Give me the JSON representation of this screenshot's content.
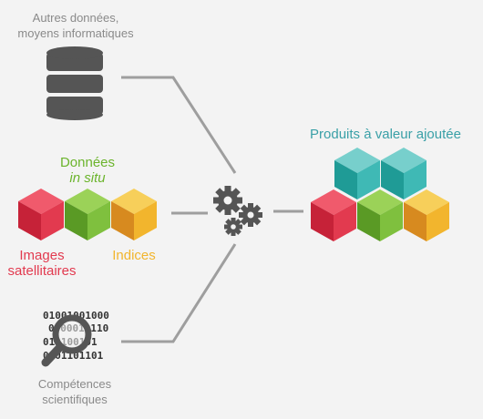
{
  "labels": {
    "autres_line1": "Autres données,",
    "autres_line2": "moyens informatiques",
    "donnees": "Données",
    "in_situ": "in situ",
    "images_line1": "Images",
    "images_line2": "satellitaires",
    "indices": "Indices",
    "competences_line1": "Compétences",
    "competences_line2": "scientifiques",
    "produits": "Produits à valeur ajoutée"
  },
  "binary_lines": [
    "01001001000",
    "0000010110",
    "010100101",
    "0001101101"
  ],
  "colors": {
    "red": "#e23a4f",
    "green": "#6bb42c",
    "orange": "#f2b52d",
    "teal": "#3fb9b5",
    "grey": "#8a8a8a",
    "dark": "#555555",
    "line": "#9e9e9e"
  },
  "icons": [
    "database-icon",
    "gears-icon",
    "magnifier-icon"
  ]
}
